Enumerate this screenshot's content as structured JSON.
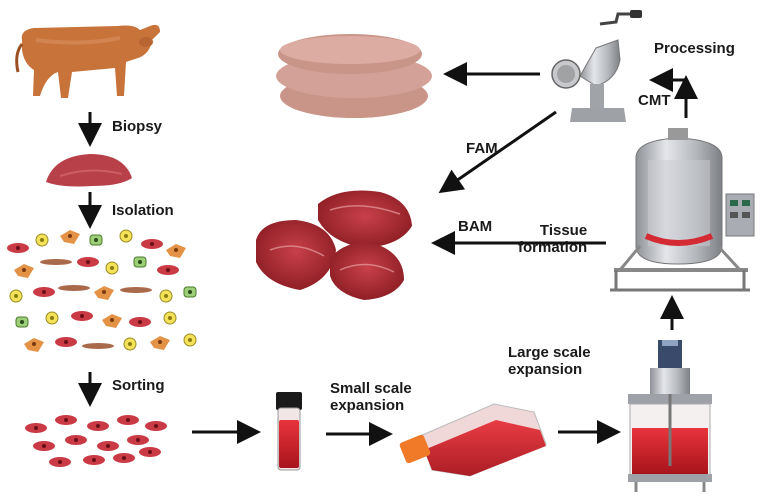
{
  "labels": {
    "biopsy": "Biopsy",
    "isolation": "Isolation",
    "sorting": "Sorting",
    "small_scale_line1": "Small scale",
    "small_scale_line2": "expansion",
    "large_scale_line1": "Large scale",
    "large_scale_line2": "expansion",
    "tissue_line1": "Tissue",
    "tissue_line2": "formation",
    "bam": "BAM",
    "fam": "FAM",
    "cmt": "CMT",
    "processing": "Processing"
  },
  "colors": {
    "arrow": "#111111",
    "cow": "#c8733a",
    "meat": "#a8282e",
    "patty": "#c98f82",
    "medium": "#d8242e",
    "steel": "#b9bcc1"
  },
  "icons": [
    "cow-icon",
    "muscle-tissue-icon",
    "mixed-cells-icon",
    "sorted-cells-icon",
    "vial-icon",
    "culture-flask-icon",
    "benchtop-bioreactor-icon",
    "industrial-bioreactor-icon",
    "meat-grinder-icon",
    "burger-patties-icon",
    "beef-steaks-icon"
  ]
}
